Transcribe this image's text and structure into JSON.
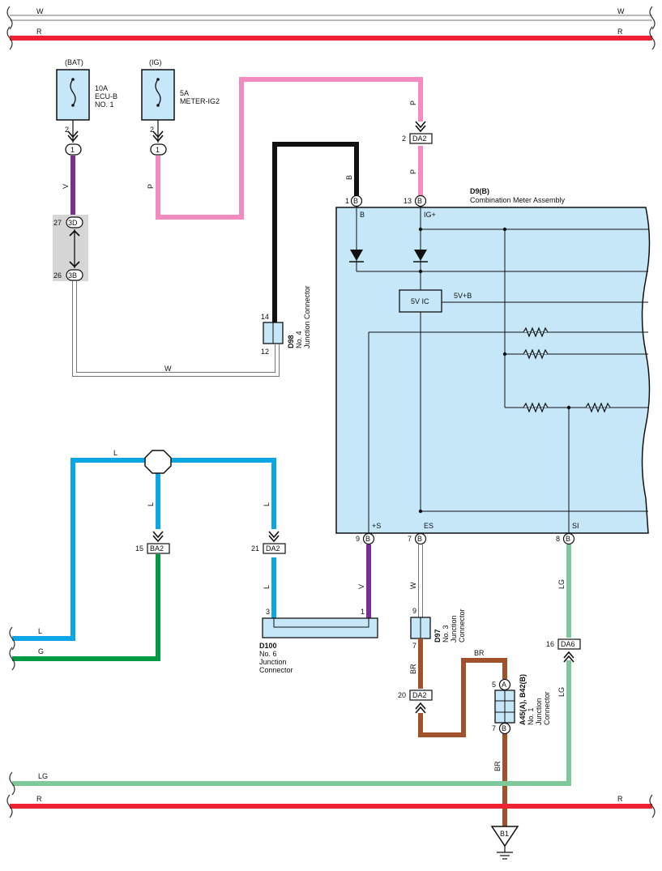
{
  "wire_colors": {
    "W": "#ffffff",
    "R": "#ee2233",
    "P": "#f28bbf",
    "V": "#7b2f95",
    "B": "#111111",
    "L": "#0aa6e6",
    "G": "#009944",
    "BR": "#a0522d",
    "LG": "#7fc89a",
    "meter_fill": "#c5e7f8",
    "connector_fill": "#c5e7f8",
    "splice_box": "#d6d6d6"
  },
  "buses": {
    "top_white": {
      "left": "W",
      "right": "W"
    },
    "top_red": {
      "left": "R",
      "right": "R"
    },
    "bottom_lg": {
      "left": "LG"
    },
    "bottom_red": {
      "left": "R",
      "right": "R"
    }
  },
  "fuses": {
    "bat": {
      "group": "(BAT)",
      "amp": "10A",
      "name1": "ECU-B",
      "name2": "NO. 1",
      "pin": "2",
      "conn": "1"
    },
    "ig": {
      "group": "(IG)",
      "amp": "5A",
      "name1": "METER-IG2",
      "pin": "2",
      "conn": "1"
    }
  },
  "splice": {
    "top_pin": "27",
    "top_label": "3D",
    "bottom_pin": "26",
    "bottom_label": "3B"
  },
  "wire_labels": {
    "v1": "V",
    "p1": "P",
    "p_top": "P",
    "p_da2": "P",
    "b_top": "B",
    "w_d98": "W",
    "l_top": "L",
    "l_left": "L",
    "l_right": "L",
    "l_lower": "L",
    "v_s": "V",
    "w_es": "W",
    "lg_si": "LG",
    "lg_lower": "LG",
    "br_d97": "BR",
    "br_top": "BR",
    "br_ground": "BR",
    "l_bus": "L",
    "g_bus": "G"
  },
  "connectors": {
    "da2_top": {
      "pin": "2",
      "label": "DA2"
    },
    "ba2": {
      "pin": "15",
      "label": "BA2"
    },
    "da2_mid": {
      "pin": "21",
      "label": "DA2"
    },
    "da2_low": {
      "pin": "20",
      "label": "DA2"
    },
    "da6": {
      "pin": "16",
      "label": "DA6"
    },
    "b1": {
      "label": "B1"
    }
  },
  "meter": {
    "code": "D9(B)",
    "name": "Combination Meter Assembly",
    "pins": [
      {
        "num": "1",
        "conn": "B",
        "inner": "B"
      },
      {
        "num": "13",
        "conn": "B",
        "inner": "IG+"
      },
      {
        "num": "9",
        "conn": "B",
        "inner": "+S"
      },
      {
        "num": "7",
        "conn": "B",
        "inner": "ES"
      },
      {
        "num": "8",
        "conn": "B",
        "inner": "SI"
      }
    ],
    "ic_label": "5V IC",
    "supply_label": "5V+B"
  },
  "junctions": {
    "d98": {
      "code": "D98",
      "line1": "No. 4",
      "line2": "Junction Connector",
      "pin_top": "14",
      "pin_bottom": "12"
    },
    "d97": {
      "code": "D97",
      "line1": "No. 3",
      "line2": "Junction",
      "line3": "Connector",
      "pin_top": "9",
      "pin_bottom": "7"
    },
    "d100": {
      "code": "D100",
      "line1": "No. 6",
      "line2": "Junction",
      "line3": "Connector",
      "pin_left": "3",
      "pin_right": "1"
    },
    "a45": {
      "code": "A45(A), B42(B)",
      "line1": "No. 1",
      "line2": "Junction",
      "line3": "Connector",
      "pin_top": "5",
      "conn_top": "A",
      "pin_bottom": "7",
      "conn_bottom": "B"
    }
  }
}
